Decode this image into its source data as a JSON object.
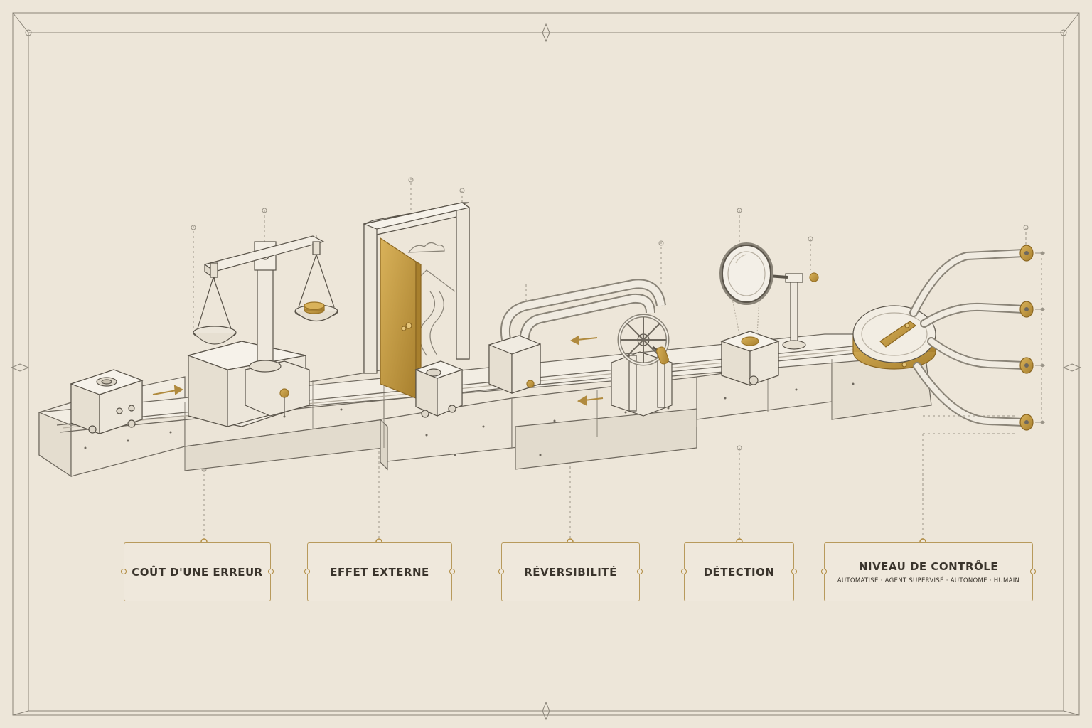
{
  "labels": [
    {
      "id": "cout",
      "title": "COÛT D'UNE ERREUR"
    },
    {
      "id": "effet",
      "title": "EFFET EXTERNE"
    },
    {
      "id": "reversibilite",
      "title": "RÉVERSIBILITÉ"
    },
    {
      "id": "detection",
      "title": "DÉTECTION"
    },
    {
      "id": "niveau",
      "title": "NIVEAU DE CONTRÔLE",
      "subtitle": "AUTOMATISÉ · AGENT SUPERVISÉ · AUTONOME · HUMAIN"
    }
  ],
  "colors": {
    "paper": "#ede6d9",
    "ink": "#5a544a",
    "line": "#8a8478",
    "brass": "#c49a3c",
    "brass_dark": "#9a7428",
    "box_border": "#b89a5c"
  },
  "icons": [
    "balance-scale-icon",
    "open-door-icon",
    "handwheel-icon",
    "magnifier-icon",
    "dial-switch-icon"
  ]
}
